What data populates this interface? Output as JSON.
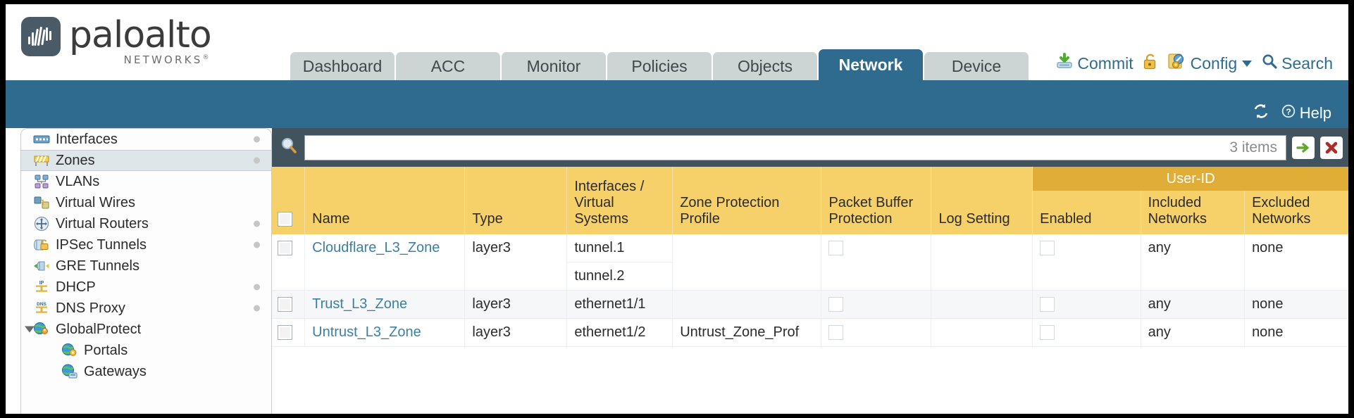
{
  "brand": {
    "name": "paloalto",
    "tagline": "NETWORKS",
    "trademark": "®"
  },
  "nav": {
    "tabs": [
      {
        "label": "Dashboard",
        "active": false
      },
      {
        "label": "ACC",
        "active": false
      },
      {
        "label": "Monitor",
        "active": false
      },
      {
        "label": "Policies",
        "active": false
      },
      {
        "label": "Objects",
        "active": false
      },
      {
        "label": "Network",
        "active": true
      },
      {
        "label": "Device",
        "active": false
      }
    ]
  },
  "top_actions": {
    "commit": "Commit",
    "lock_icon": "padlock-icon",
    "config": "Config",
    "search": "Search"
  },
  "blue_band": {
    "refresh_icon": "refresh-icon",
    "help": "Help"
  },
  "sidebar": {
    "items": [
      {
        "label": "Interfaces",
        "icon": "interfaces-icon",
        "dot": true,
        "selected": false,
        "child": false,
        "expander": false
      },
      {
        "label": "Zones",
        "icon": "zones-icon",
        "dot": true,
        "selected": true,
        "child": false,
        "expander": false
      },
      {
        "label": "VLANs",
        "icon": "vlans-icon",
        "dot": false,
        "selected": false,
        "child": false,
        "expander": false
      },
      {
        "label": "Virtual Wires",
        "icon": "virtual-wires-icon",
        "dot": false,
        "selected": false,
        "child": false,
        "expander": false
      },
      {
        "label": "Virtual Routers",
        "icon": "virtual-routers-icon",
        "dot": true,
        "selected": false,
        "child": false,
        "expander": false
      },
      {
        "label": "IPSec Tunnels",
        "icon": "ipsec-tunnels-icon",
        "dot": true,
        "selected": false,
        "child": false,
        "expander": false
      },
      {
        "label": "GRE Tunnels",
        "icon": "gre-tunnels-icon",
        "dot": false,
        "selected": false,
        "child": false,
        "expander": false
      },
      {
        "label": "DHCP",
        "icon": "dhcp-icon",
        "dot": true,
        "selected": false,
        "child": false,
        "expander": false
      },
      {
        "label": "DNS Proxy",
        "icon": "dns-proxy-icon",
        "dot": true,
        "selected": false,
        "child": false,
        "expander": false
      },
      {
        "label": "GlobalProtect",
        "icon": "globalprotect-icon",
        "dot": false,
        "selected": false,
        "child": false,
        "expander": true
      },
      {
        "label": "Portals",
        "icon": "portals-icon",
        "dot": false,
        "selected": false,
        "child": true,
        "expander": false
      },
      {
        "label": "Gateways",
        "icon": "gateways-icon",
        "dot": false,
        "selected": false,
        "child": true,
        "expander": false
      }
    ]
  },
  "search": {
    "value": "",
    "placeholder": "",
    "items_count": "3 items",
    "apply_icon": "green-arrow-icon",
    "clear_icon": "red-x-icon",
    "magnifier_icon": "search-icon"
  },
  "table": {
    "group_header": "User-ID",
    "columns": [
      "Name",
      "Type",
      "Interfaces / Virtual Systems",
      "Zone Protection Profile",
      "Packet Buffer Protection",
      "Log Setting",
      "Enabled",
      "Included Networks",
      "Excluded Networks"
    ],
    "rows": [
      {
        "name": "Cloudflare_L3_Zone",
        "type": "layer3",
        "interfaces": [
          "tunnel.1",
          "tunnel.2"
        ],
        "zone_protection_profile": "",
        "packet_buffer_protection": false,
        "log_setting": "",
        "userid_enabled": false,
        "included_networks": "any",
        "excluded_networks": "none"
      },
      {
        "name": "Trust_L3_Zone",
        "type": "layer3",
        "interfaces": [
          "ethernet1/1"
        ],
        "zone_protection_profile": "",
        "packet_buffer_protection": false,
        "log_setting": "",
        "userid_enabled": false,
        "included_networks": "any",
        "excluded_networks": "none"
      },
      {
        "name": "Untrust_L3_Zone",
        "type": "layer3",
        "interfaces": [
          "ethernet1/2"
        ],
        "zone_protection_profile": "Untrust_Zone_Prof",
        "packet_buffer_protection": false,
        "log_setting": "",
        "userid_enabled": false,
        "included_networks": "any",
        "excluded_networks": "none"
      }
    ]
  },
  "colors": {
    "brand_blue": "#2f6b8f",
    "table_header_gold": "#f6d169",
    "group_header_gold": "#e0ad37",
    "search_bar_slate": "#43535d",
    "link_blue": "#3b7fa5",
    "tab_inactive": "#ccd4d4"
  }
}
